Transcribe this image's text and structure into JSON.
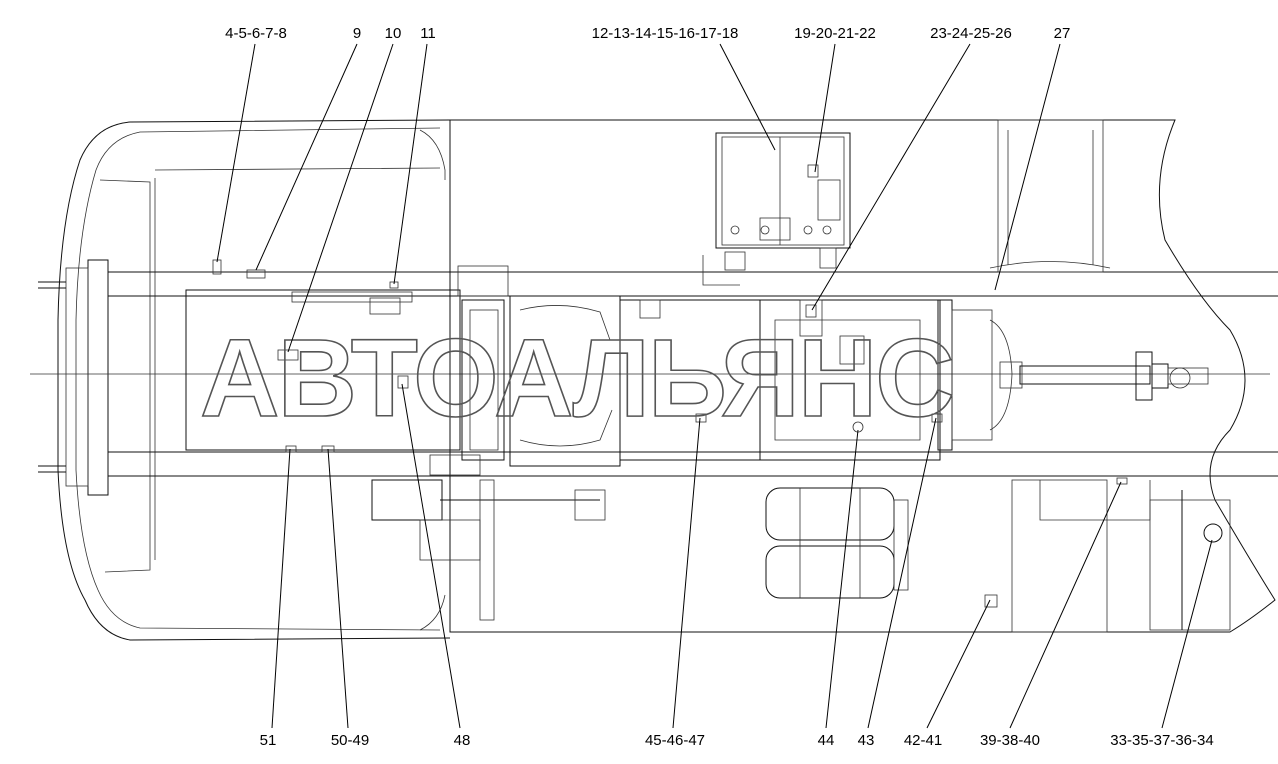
{
  "watermark": "АВТОАЛЬЯНС",
  "callouts": {
    "c4_8": "4-5-6-7-8",
    "c9": "9",
    "c10": "10",
    "c11": "11",
    "c12_18": "12-13-14-15-16-17-18",
    "c19_22": "19-20-21-22",
    "c23_26": "23-24-25-26",
    "c27": "27",
    "c51": "51",
    "c50_49": "50-49",
    "c48": "48",
    "c45_47": "45-46-47",
    "c44": "44",
    "c43": "43",
    "c42_41": "42-41",
    "c39_40": "39-38-40",
    "c33_34": "33-35-37-36-34"
  }
}
